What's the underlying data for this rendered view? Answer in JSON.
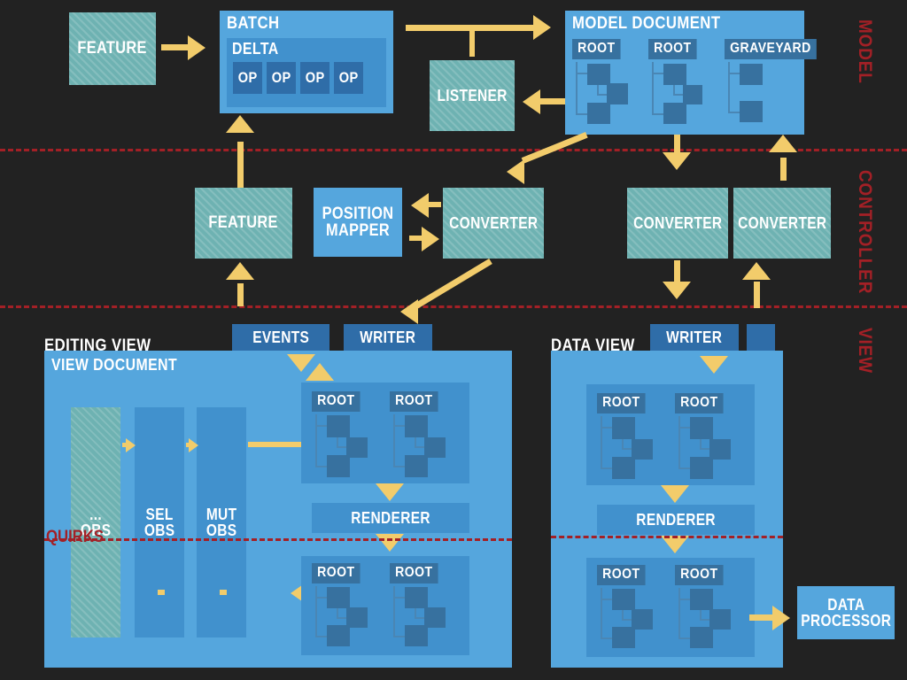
{
  "diagram": {
    "background": "#222222",
    "accent_arrow": "#f2cc6b",
    "accent_red": "#a32026",
    "blue_light": "#55a6dd",
    "blue_mid": "#4191cd",
    "blue_dark": "#2f6da8",
    "teal_hatch": "#6eb2b2"
  },
  "bands": {
    "model": "MODEL",
    "controller": "CONTROLLER",
    "view": "VIEW"
  },
  "model": {
    "feature": "FEATURE",
    "batch": "BATCH",
    "delta": "DELTA",
    "ops": [
      "OP",
      "OP",
      "OP",
      "OP"
    ],
    "listener": "LISTENER",
    "model_document": "MODEL DOCUMENT",
    "model_doc_children": [
      "ROOT",
      "ROOT",
      "GRAVEYARD"
    ]
  },
  "controller": {
    "feature": "FEATURE",
    "position_mapper": "POSITION\nMAPPER",
    "converter_left": "CONVERTER",
    "converter_mid": "CONVERTER",
    "converter_right": "CONVERTER"
  },
  "editing_view": {
    "title": "EDITING VIEW",
    "tabs": [
      "EVENTS",
      "WRITER"
    ],
    "panel_title": "VIEW DOCUMENT",
    "observers": [
      "...\nOBS",
      "SEL\nOBS",
      "MUT\nOBS"
    ],
    "upper_roots": [
      "ROOT",
      "ROOT"
    ],
    "renderer": "RENDERER",
    "lower_roots": [
      "ROOT",
      "ROOT"
    ],
    "quirks": "QUIRKS"
  },
  "data_view": {
    "title": "DATA VIEW",
    "tabs": [
      "WRITER",
      ""
    ],
    "upper_roots": [
      "ROOT",
      "ROOT"
    ],
    "renderer": "RENDERER",
    "lower_roots": [
      "ROOT",
      "ROOT"
    ],
    "data_processor": "DATA\nPROCESSOR"
  }
}
